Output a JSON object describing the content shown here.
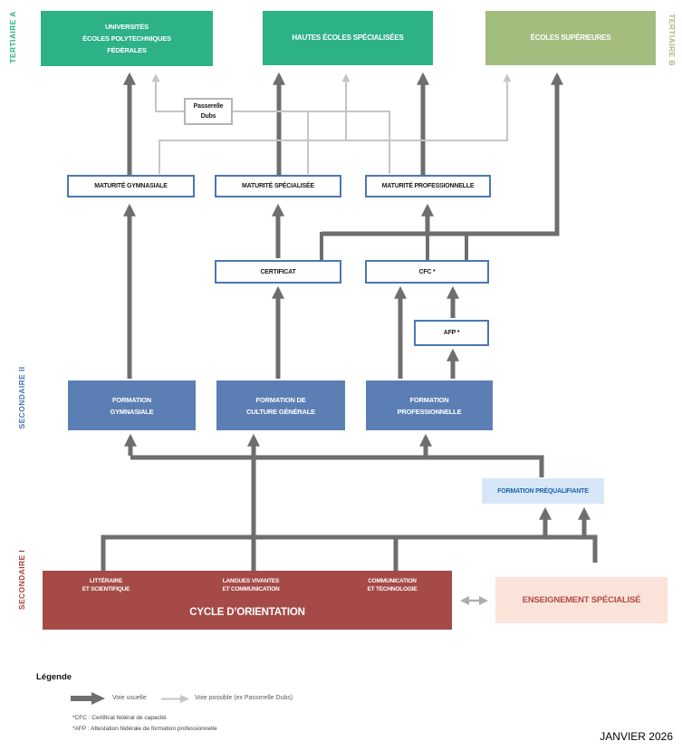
{
  "side_labels": {
    "tertiaire_a": "TERTIAIRE A",
    "tertiaire_b": "TERTIAIRE B",
    "secondaire_2": "SECONDAIRE II",
    "secondaire_1": "SECONDAIRE I"
  },
  "tertiary": {
    "universites": {
      "line1": "UNIVERSITÉS",
      "line2": "ÉCOLES POLYTECHNIQUES",
      "line3": "FÉDÉRALES"
    },
    "hautes_ecoles": "HAUTES ÉCOLES SPÉCIALISÉES",
    "ecoles_superieures": "ÉCOLES SUPÉRIEURES"
  },
  "passerelle": {
    "line1": "Passerelle",
    "line2": "Dubs"
  },
  "maturites": {
    "gymnasiale": "MATURITÉ GYMNASIALE",
    "specialisee": "MATURITÉ SPÉCIALISÉE",
    "professionnelle": "MATURITÉ PROFESSIONNELLE"
  },
  "certifications": {
    "certificat": "CERTIFICAT",
    "cfc": "CFC *",
    "afp": "AFP *"
  },
  "formations": {
    "gymnasiale": {
      "line1": "FORMATION",
      "line2": "GYMNASIALE"
    },
    "culture_generale": {
      "line1": "FORMATION DE",
      "line2": "CULTURE GÉNÉRALE"
    },
    "professionnelle": {
      "line1": "FORMATION",
      "line2": "PROFESSIONNELLE"
    },
    "prequalifiante": "FORMATION PRÉQUALIFIANTE"
  },
  "cycle_orientation": {
    "title": "CYCLE D’ORIENTATION",
    "col1": {
      "line1": "LITTÉRAIRE",
      "line2": "ET SCIENTIFIQUE"
    },
    "col2": {
      "line1": "LANGUES VIVANTES",
      "line2": "ET COMMUNICATION"
    },
    "col3": {
      "line1": "COMMUNICATION",
      "line2": "ET TECHNOLOGIE"
    }
  },
  "enseignement_specialise": "ENSEIGNEMENT SPÉCIALISÉ",
  "legend": {
    "title": "Légende",
    "usual_path": "Voie usuelle",
    "possible_path": "Voie possible  (ex Passerelle Dubs)",
    "cfc_note": "*CFC : Certificat fédéral de capacité",
    "afp_note": "*AFP : Attestation fédérale de formation professionnelle"
  },
  "date_stamp": "JANVIER 2026",
  "colors": {
    "teal_green": "#2db187",
    "olive_green": "#a3bd7e",
    "formation_blue": "#5b7fb5",
    "box_border_blue": "#4a78b2",
    "prequalifiante_bg": "#d7e7f8",
    "prequalifiante_text": "#1e62b0",
    "cycle_red": "#a54a46",
    "enseignement_bg": "#fbe3d9",
    "enseignement_text": "#b04a42",
    "usual_arrow_gray": "#6e6e6e",
    "possible_arrow_gray": "#c5c5c5",
    "secondaire2_label": "#4472b0",
    "secondaire1_label": "#a8403c"
  }
}
